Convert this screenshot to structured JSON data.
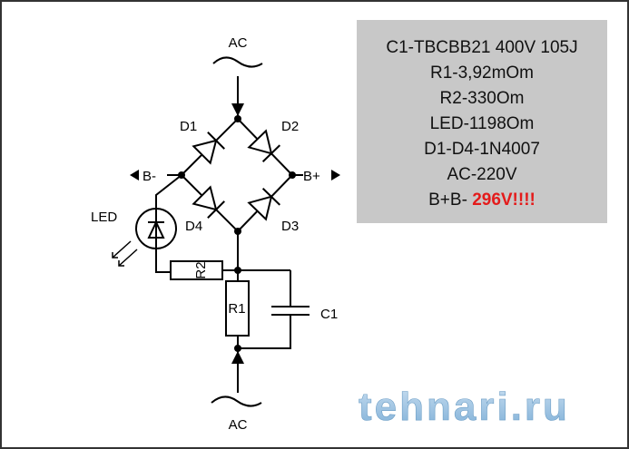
{
  "labels": {
    "ac_top": "AC",
    "ac_bottom": "AC",
    "d1": "D1",
    "d2": "D2",
    "d3": "D3",
    "d4": "D4",
    "b_minus": "B-",
    "b_plus": "B+",
    "led": "LED",
    "r1": "R1",
    "r2": "R2",
    "c1": "C1"
  },
  "specs": {
    "lines": [
      "C1-TBCBB21 400V 105J",
      "R1-3,92mOm",
      "R2-330Om",
      "LED-1198Om",
      "D1-D4-1N4007",
      "AC-220V"
    ],
    "last_prefix": "B+B-",
    "last_value": "296V!!!!",
    "highlight_color": "#e41b1b",
    "box_color": "#c8c8c8"
  },
  "watermark": "tehnari.ru"
}
